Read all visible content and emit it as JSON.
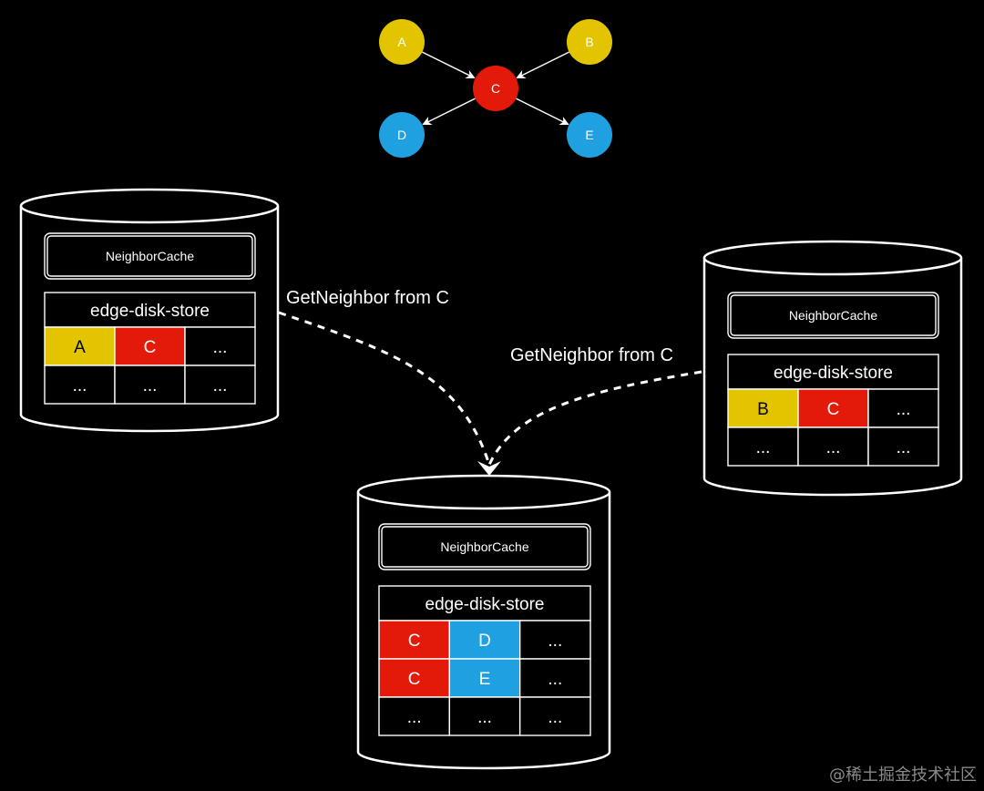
{
  "colors": {
    "background": "#000000",
    "line": "#ffffff",
    "yellow": "#e3c400",
    "red": "#e31a0a",
    "blue": "#1fa0e0"
  },
  "graph": {
    "nodes": [
      {
        "id": "A",
        "color": "yellow"
      },
      {
        "id": "B",
        "color": "yellow"
      },
      {
        "id": "C",
        "color": "red"
      },
      {
        "id": "D",
        "color": "blue"
      },
      {
        "id": "E",
        "color": "blue"
      }
    ],
    "edges": [
      [
        "A",
        "C"
      ],
      [
        "B",
        "C"
      ],
      [
        "C",
        "D"
      ],
      [
        "C",
        "E"
      ]
    ]
  },
  "stores": {
    "left": {
      "cache_label": "NeighborCache",
      "table_title": "edge-disk-store",
      "rows": [
        [
          {
            "text": "A",
            "color": "yellow"
          },
          {
            "text": "C",
            "color": "red"
          },
          {
            "text": "...",
            "color": ""
          }
        ],
        [
          {
            "text": "...",
            "color": ""
          },
          {
            "text": "...",
            "color": ""
          },
          {
            "text": "...",
            "color": ""
          }
        ]
      ]
    },
    "right": {
      "cache_label": "NeighborCache",
      "table_title": "edge-disk-store",
      "rows": [
        [
          {
            "text": "B",
            "color": "yellow"
          },
          {
            "text": "C",
            "color": "red"
          },
          {
            "text": "...",
            "color": ""
          }
        ],
        [
          {
            "text": "...",
            "color": ""
          },
          {
            "text": "...",
            "color": ""
          },
          {
            "text": "...",
            "color": ""
          }
        ]
      ]
    },
    "center": {
      "cache_label": "NeighborCache",
      "table_title": "edge-disk-store",
      "rows": [
        [
          {
            "text": "C",
            "color": "red"
          },
          {
            "text": "D",
            "color": "blue"
          },
          {
            "text": "...",
            "color": ""
          }
        ],
        [
          {
            "text": "C",
            "color": "red"
          },
          {
            "text": "E",
            "color": "blue"
          },
          {
            "text": "...",
            "color": ""
          }
        ],
        [
          {
            "text": "...",
            "color": ""
          },
          {
            "text": "...",
            "color": ""
          },
          {
            "text": "...",
            "color": ""
          }
        ]
      ]
    }
  },
  "requests": {
    "left_label": "GetNeighbor from C",
    "right_label": "GetNeighbor from C"
  },
  "watermark": "@稀土掘金技术社区"
}
